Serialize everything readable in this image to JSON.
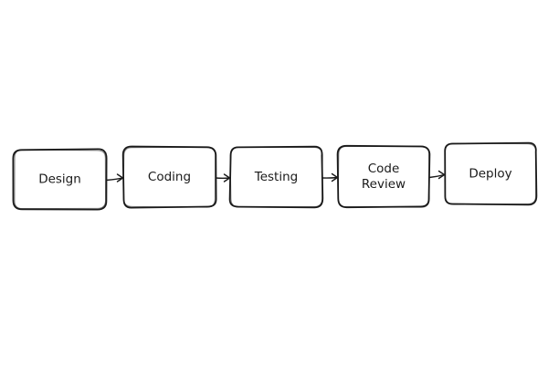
{
  "diagram": {
    "steps": [
      {
        "label_lines": [
          "Design"
        ]
      },
      {
        "label_lines": [
          "Coding"
        ]
      },
      {
        "label_lines": [
          "Testing"
        ]
      },
      {
        "label_lines": [
          "Code",
          "Review"
        ]
      },
      {
        "label_lines": [
          "Deploy"
        ]
      }
    ],
    "connections": [
      {
        "from": 0,
        "to": 1
      },
      {
        "from": 1,
        "to": 2
      },
      {
        "from": 2,
        "to": 3
      },
      {
        "from": 3,
        "to": 4
      }
    ],
    "colors": {
      "stroke": "#1a1a1a",
      "box_fill": "#ffffff",
      "background": "#ffffff"
    }
  }
}
